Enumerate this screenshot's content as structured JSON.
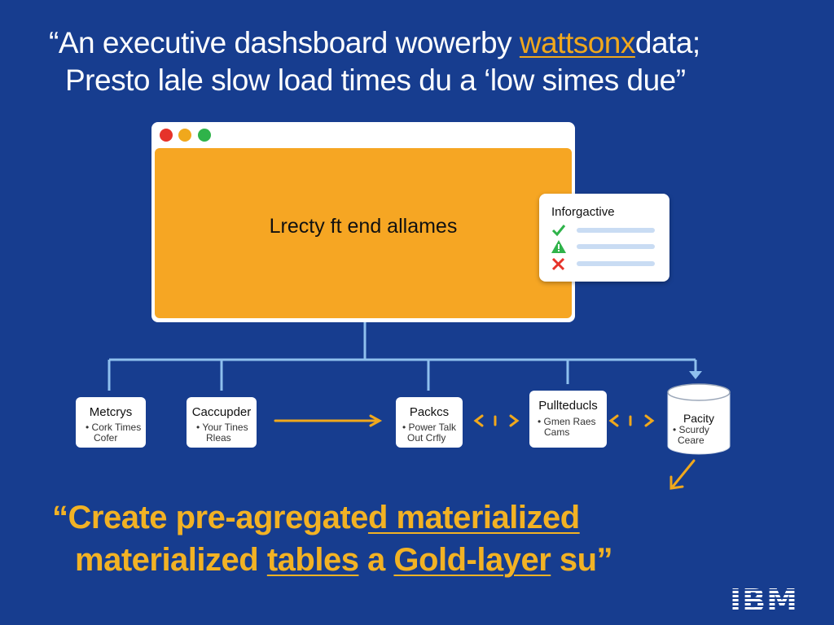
{
  "headline": {
    "line1_before": "“An executive dashsboard wowerby ",
    "line1_accent": "wattsonx",
    "line1_after": "data;",
    "line2": "Presto lale slow load times du a ‘low simes due”"
  },
  "dashboard_window": {
    "body_text": "Lrecty ft end allames",
    "colors": {
      "frame": "#ffffff",
      "body": "#f6a623",
      "dot_red": "#e6332a",
      "dot_orange": "#f0a81c",
      "dot_green": "#2fb34a"
    }
  },
  "status_card": {
    "title": "Inforgactive",
    "items": [
      {
        "icon": "check-icon",
        "color": "#2fb34a"
      },
      {
        "icon": "warning-icon",
        "color": "#2fb34a"
      },
      {
        "icon": "cross-icon",
        "color": "#e6332a"
      }
    ]
  },
  "nodes": [
    {
      "title": "Metcrys",
      "sub1": "• Cork Times",
      "sub2": "Cofer"
    },
    {
      "title": "Caccupder",
      "sub1": "• Your Tines",
      "sub2": "Rleas"
    },
    {
      "title": "Packcs",
      "sub1": "• Power Talk",
      "sub2": "Out Crfly"
    },
    {
      "title": "Pulltеducls",
      "sub1": "• Gmen Raes",
      "sub2": "Cams"
    },
    {
      "title": "Pacity",
      "sub1": "• Scurdy",
      "sub2": "Ceare",
      "shape": "database-cylinder"
    }
  ],
  "bottom_quote": {
    "line1_plain": "“Create pre-agregate",
    "line1_underlined": "d materialized",
    "line2_start": "materialized ",
    "line2_underlined_1": "tables",
    "line2_mid": " a ",
    "line2_underlined_2": "Gold-layer",
    "line2_end": " su”"
  },
  "logo": {
    "text": "IBM"
  },
  "colors": {
    "background": "#173d8f",
    "accent": "#f0a81c",
    "connector": "#8fc0ee"
  }
}
